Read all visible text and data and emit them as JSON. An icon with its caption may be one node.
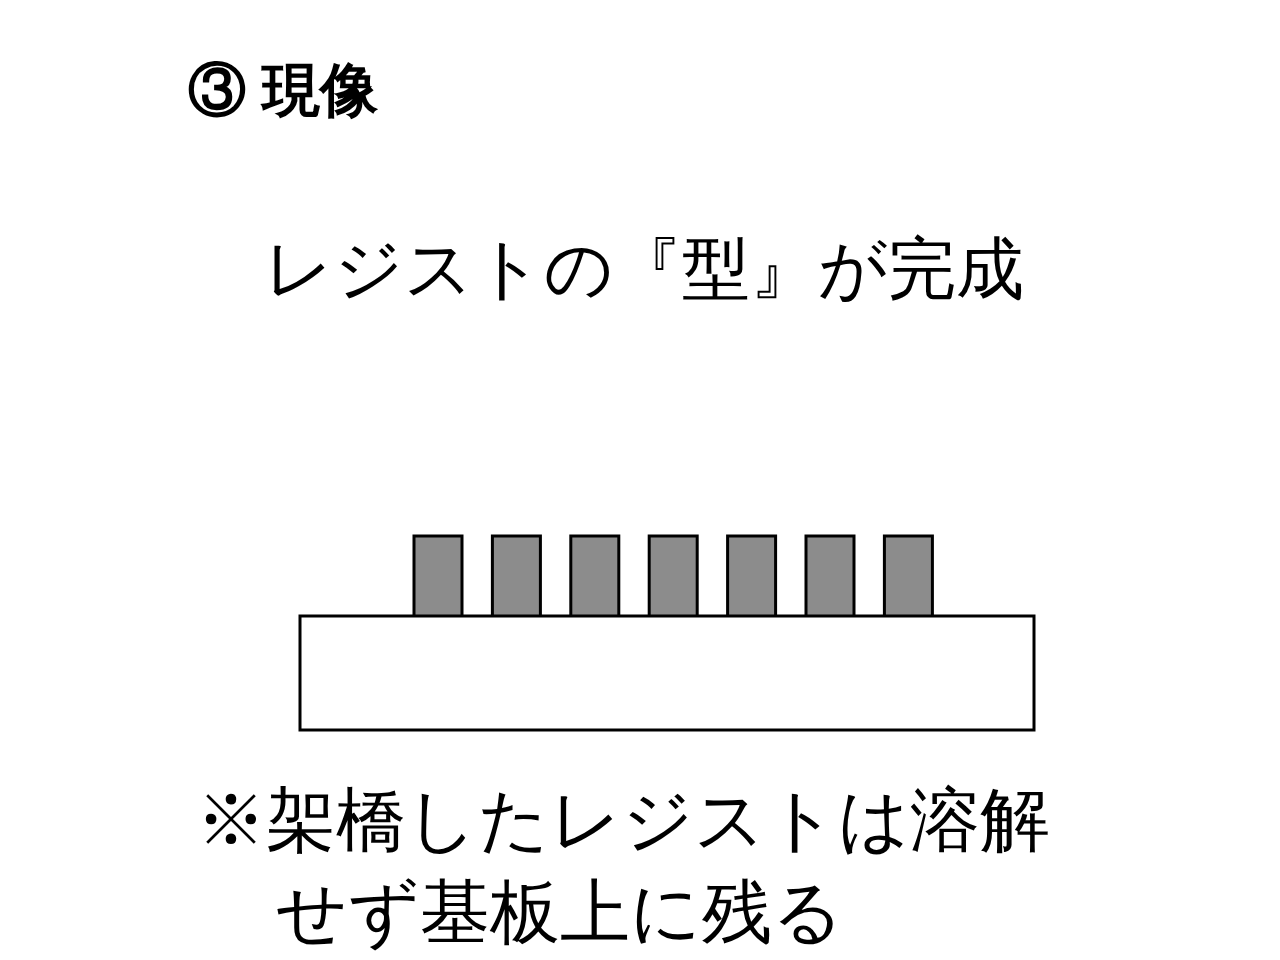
{
  "diagram": {
    "title": "③ 現像",
    "labels": [
      "レジストの『型』が完成",
      "※架橋したレジストは溶解せず基板上に残る"
    ]
  }
}
